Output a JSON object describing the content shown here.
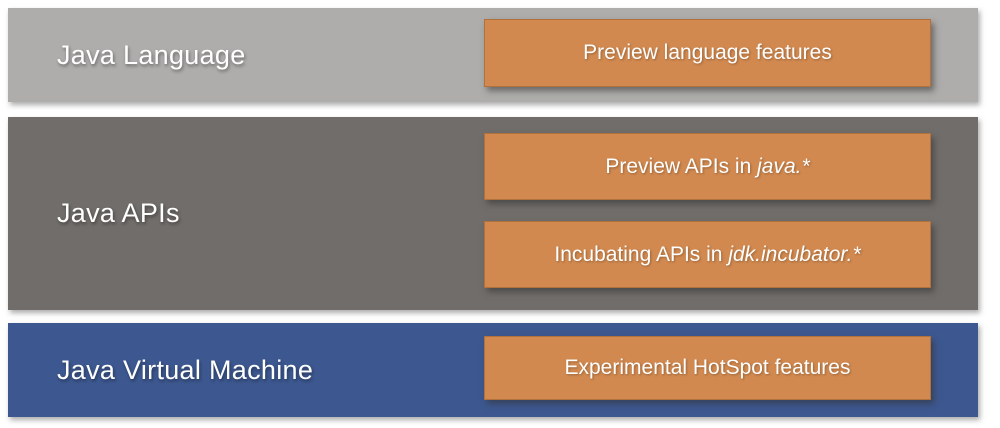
{
  "layers": [
    {
      "label": "Java Language",
      "color": "#aeadab",
      "boxes": [
        {
          "prefix": "Preview language features",
          "italic": ""
        }
      ]
    },
    {
      "label": "Java APIs",
      "color": "#716d6a",
      "boxes": [
        {
          "prefix": "Preview APIs in ",
          "italic": "java.*"
        },
        {
          "prefix": "Incubating APIs in ",
          "italic": "jdk.incubator.*"
        }
      ]
    },
    {
      "label": "Java Virtual Machine",
      "color": "#3d5890",
      "boxes": [
        {
          "prefix": "Experimental HotSpot features",
          "italic": ""
        }
      ]
    }
  ],
  "box_color": "#d1894f",
  "box_border_color": "#bf7a45",
  "text_color": "#ffffff"
}
